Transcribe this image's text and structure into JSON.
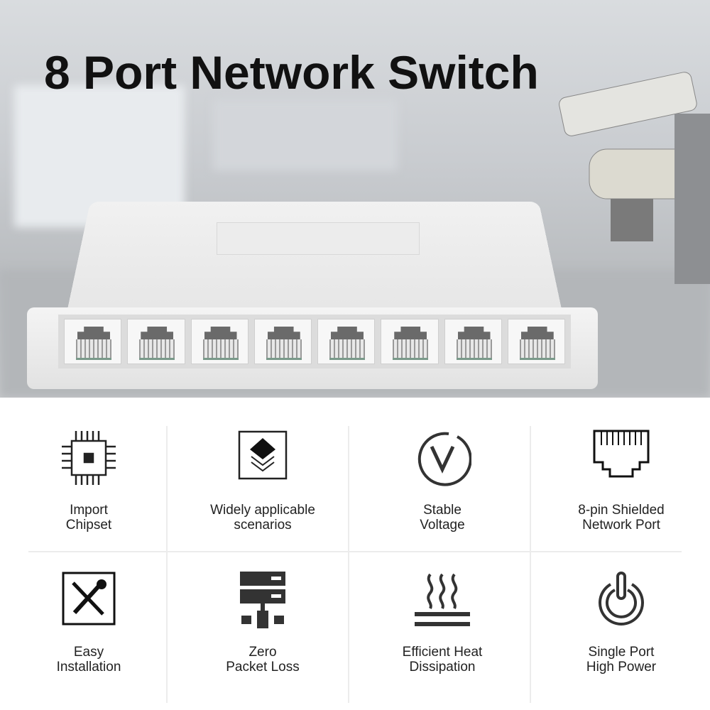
{
  "title": "8 Port Network Switch",
  "features": [
    {
      "icon": "chip-icon",
      "line1": "Import",
      "line2": "Chipset"
    },
    {
      "icon": "layers-icon",
      "line1": "Widely applicable",
      "line2": "scenarios"
    },
    {
      "icon": "voltage-icon",
      "line1": "Stable",
      "line2": "Voltage"
    },
    {
      "icon": "ethernet-port-icon",
      "line1": "8-pin Shielded",
      "line2": "Network Port"
    },
    {
      "icon": "tools-icon",
      "line1": "Easy",
      "line2": "Installation"
    },
    {
      "icon": "server-network-icon",
      "line1": "Zero",
      "line2": "Packet Loss"
    },
    {
      "icon": "heat-icon",
      "line1": "Efficient Heat",
      "line2": "Dissipation"
    },
    {
      "icon": "power-icon",
      "line1": "Single Port",
      "line2": "High Power"
    }
  ]
}
